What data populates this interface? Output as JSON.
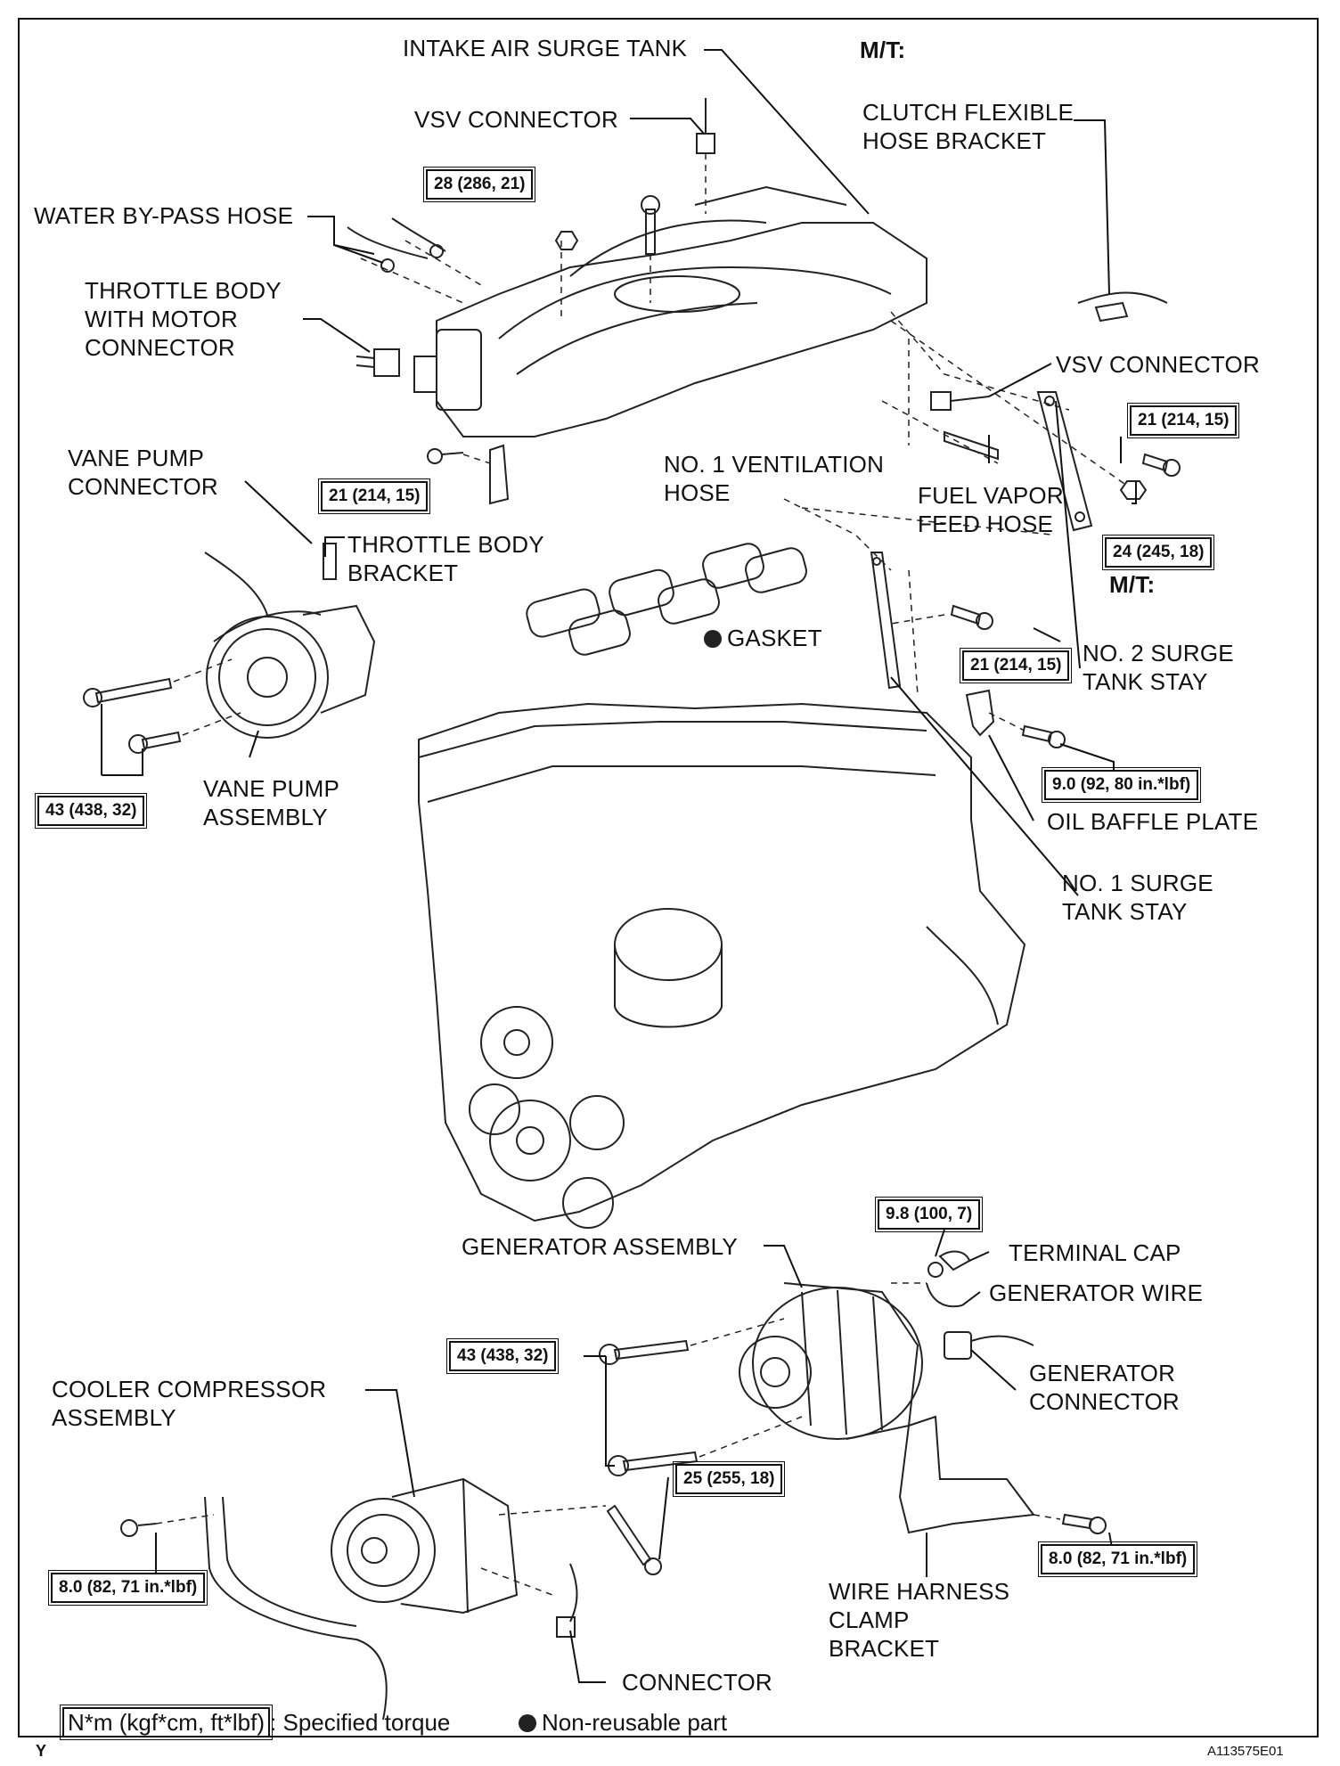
{
  "labels": {
    "intake_air_surge_tank": "INTAKE AIR SURGE TANK",
    "mt_top": "M/T:",
    "vsv_connector_top": "VSV CONNECTOR",
    "clutch_flexible_hose_bracket": "CLUTCH FLEXIBLE\nHOSE BRACKET",
    "water_bypass_hose": "WATER BY-PASS HOSE",
    "throttle_body_motor_connector": "THROTTLE BODY\nWITH MOTOR\nCONNECTOR",
    "vsv_connector_right": "VSV CONNECTOR",
    "vane_pump_connector": "VANE PUMP\nCONNECTOR",
    "no1_ventilation_hose": "NO. 1 VENTILATION\nHOSE",
    "fuel_vapor_feed_hose": "FUEL VAPOR\nFEED HOSE",
    "throttle_body_bracket": "THROTTLE BODY\nBRACKET",
    "mt_right": "M/T:",
    "gasket": "GASKET",
    "no2_surge_tank_stay": "NO. 2 SURGE\nTANK STAY",
    "vane_pump_assembly": "VANE PUMP\nASSEMBLY",
    "oil_baffle_plate": "OIL BAFFLE PLATE",
    "no1_surge_tank_stay": "NO. 1 SURGE\nTANK STAY",
    "generator_assembly": "GENERATOR ASSEMBLY",
    "terminal_cap": "TERMINAL CAP",
    "generator_wire": "GENERATOR WIRE",
    "generator_connector": "GENERATOR\nCONNECTOR",
    "cooler_compressor_assembly": "COOLER COMPRESSOR\nASSEMBLY",
    "wire_harness_clamp_bracket": "WIRE HARNESS\nCLAMP\nBRACKET",
    "connector": "CONNECTOR"
  },
  "torques": {
    "t_28": "28 (286, 21)",
    "t_21_right": "21 (214, 15)",
    "t_21_bracket": "21 (214, 15)",
    "t_24": "24 (245, 18)",
    "t_21_stay": "21 (214, 15)",
    "t_9_0": "9.0 (92, 80 in.*lbf)",
    "t_43_pump": "43 (438, 32)",
    "t_9_8": "9.8 (100, 7)",
    "t_43_gen": "43 (438, 32)",
    "t_25": "25 (255, 18)",
    "t_8_0_left": "8.0 (82, 71 in.*lbf)",
    "t_8_0_right": "8.0 (82, 71 in.*lbf)"
  },
  "legend": {
    "unit_box": "N*m (kgf*cm, ft*lbf)",
    "unit_text": ": Specified torque",
    "nonreusable": "Non-reusable part"
  },
  "footer": {
    "left_mark": "Y",
    "figure_id": "A113575E01"
  }
}
